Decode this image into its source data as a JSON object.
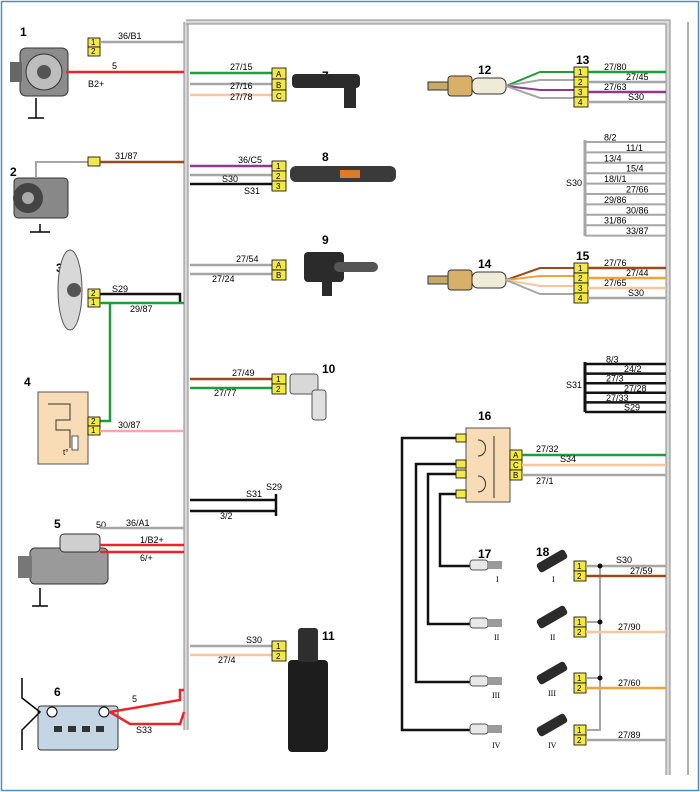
{
  "colors": {
    "frame": "#4a90c8",
    "bundle": "#b0b0b0",
    "connector": "#f2e84a",
    "red": "#e8262a",
    "green": "#1f9d3a",
    "black": "#111111",
    "grey": "#a6a6a6",
    "brown": "#9a4a1c",
    "pink": "#f5a7b5",
    "violet": "#8e3a8e",
    "orange": "#f2a23a",
    "peach": "#f7c6a0",
    "relay_body": "#f7dcb6"
  },
  "components": {
    "c1": {
      "num": "1",
      "w1": "36/B1",
      "w2": "5",
      "tag": "B2+"
    },
    "c2": {
      "num": "2",
      "w1": "31/87"
    },
    "c3": {
      "num": "3",
      "w1": "S29",
      "w2": "29/87"
    },
    "c4": {
      "num": "4",
      "w1": "30/87",
      "temp": "t°"
    },
    "c5": {
      "num": "5",
      "tag": "50",
      "w1": "36/A1",
      "w2": "1/B2+",
      "w3": "6/+"
    },
    "c6": {
      "num": "6",
      "w1": "5",
      "w2": "S33"
    },
    "c7": {
      "num": "7",
      "w1": "27/15",
      "w2": "27/16",
      "w3": "27/78",
      "p1": "A",
      "p2": "B",
      "p3": "C"
    },
    "c8": {
      "num": "8",
      "w1": "36/C5",
      "w2": "S30",
      "w3": "S31"
    },
    "c9": {
      "num": "9",
      "w1": "27/54",
      "w2": "27/24",
      "p1": "A",
      "p2": "B"
    },
    "c10": {
      "num": "10",
      "w1": "27/49",
      "w2": "27/77"
    },
    "c11": {
      "num": "11",
      "w1": "S30",
      "w2": "27/4"
    },
    "c12": {
      "num": "12"
    },
    "c13": {
      "num": "13",
      "w1": "27/80",
      "w2": "27/45",
      "w3": "27/63",
      "w4": "S30"
    },
    "c14": {
      "num": "14"
    },
    "c15": {
      "num": "15",
      "w1": "27/76",
      "w2": "27/44",
      "w3": "27/65",
      "w4": "S30"
    },
    "c16": {
      "num": "16",
      "w1": "27/32",
      "w2": "S34",
      "w3": "27/1",
      "p1": "A",
      "p2": "C",
      "p3": "B"
    },
    "c17": {
      "num": "17",
      "r1": "I",
      "r2": "II",
      "r3": "III",
      "r4": "IV"
    },
    "c18": {
      "num": "18",
      "w0": "S30",
      "w1": "27/59",
      "w2": "27/90",
      "w3": "27/60",
      "w4": "27/89",
      "r1": "I",
      "r2": "II",
      "r3": "III",
      "r4": "IV"
    }
  },
  "splices": {
    "s31_block": {
      "w1": "S31",
      "w2": "3/2",
      "tag": "S29"
    },
    "s30_group": {
      "label": "S30",
      "wires": [
        "8/2",
        "11/1",
        "13/4",
        "15/4",
        "18/I/1",
        "27/66",
        "29/86",
        "30/86",
        "31/86",
        "33/87"
      ]
    },
    "s31_group": {
      "label": "S31",
      "wires": [
        "8/3",
        "24/2",
        "27/3",
        "27/28",
        "27/33",
        "S29"
      ]
    }
  },
  "pins": {
    "one": "1",
    "two": "2",
    "three": "3",
    "four": "4"
  }
}
